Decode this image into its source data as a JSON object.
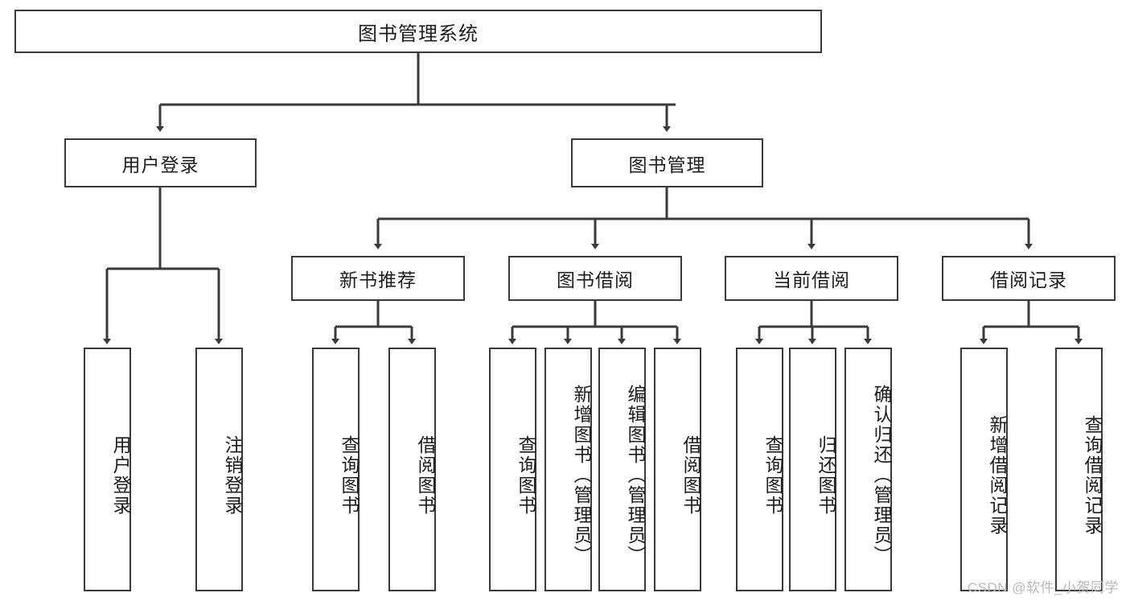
{
  "diagram": {
    "type": "tree-hierarchy-chart",
    "title": "图书管理系统",
    "watermark": "CSDN @软件_小贺同学",
    "colors": {
      "box_border": "#3a3a3a",
      "box_fill": "#ffffff",
      "line": "#3a3a3a",
      "text": "#1d1d1d",
      "watermark": "#b9b9b9"
    },
    "nodes": {
      "root": {
        "label": "图书管理系统"
      },
      "level2": [
        {
          "label": "用户登录"
        },
        {
          "label": "图书管理"
        }
      ],
      "level3": [
        {
          "label": "新书推荐"
        },
        {
          "label": "图书借阅"
        },
        {
          "label": "当前借阅"
        },
        {
          "label": "借阅记录"
        }
      ],
      "leaves_user_login": [
        {
          "label": "用户登录"
        },
        {
          "label": "注销登录"
        }
      ],
      "leaves_new_book": [
        {
          "label": "查询图书"
        },
        {
          "label": "借阅图书"
        }
      ],
      "leaves_borrow": [
        {
          "label": "查询图书"
        },
        {
          "label": "新增图书（管理员）"
        },
        {
          "label": "编辑图书（管理员）"
        },
        {
          "label": "借阅图书"
        }
      ],
      "leaves_current": [
        {
          "label": "查询图书"
        },
        {
          "label": "归还图书"
        },
        {
          "label": "确认归还（管理员）"
        }
      ],
      "leaves_records": [
        {
          "label": "新增借阅记录"
        },
        {
          "label": "查询借阅记录"
        }
      ]
    }
  }
}
